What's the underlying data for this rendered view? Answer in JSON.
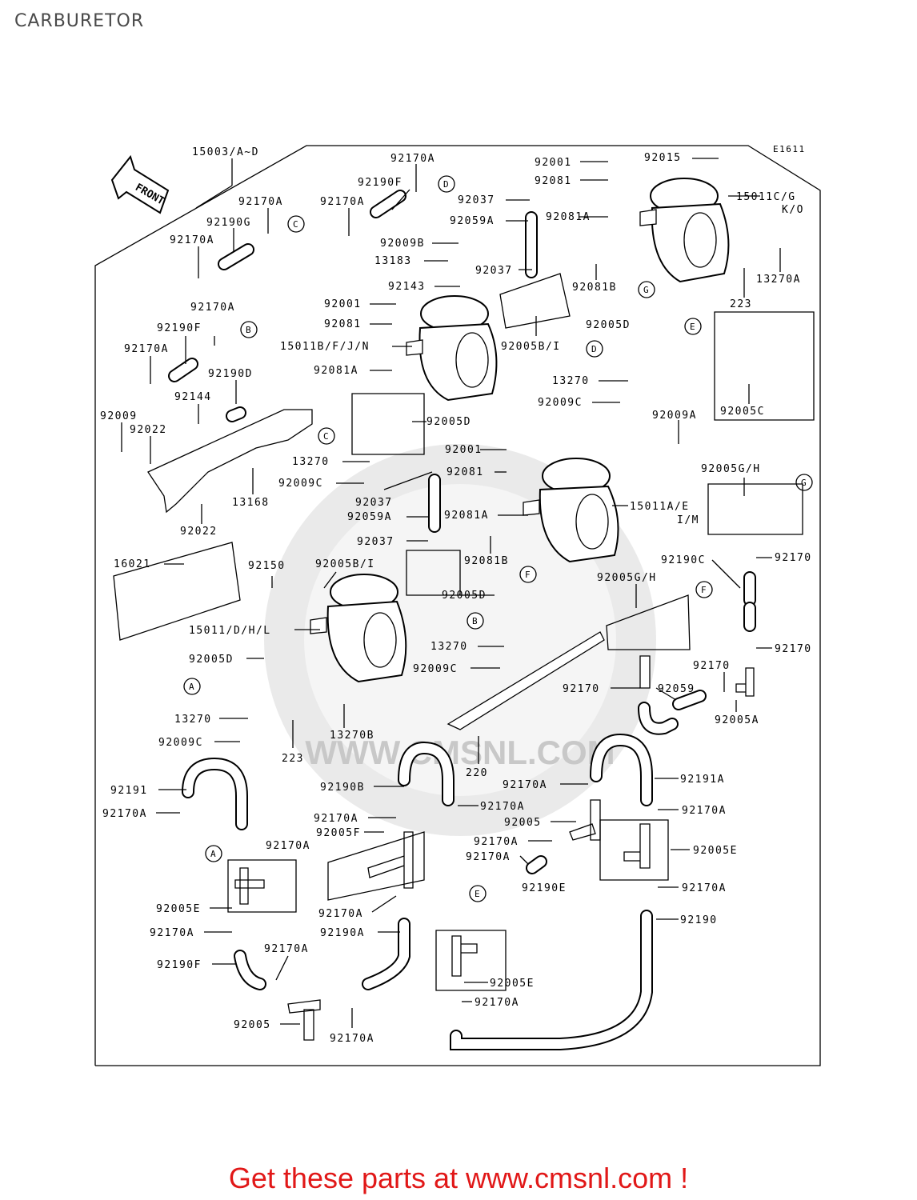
{
  "title": "CARBURETOR",
  "diagram_code": "E1611",
  "front_label": "FRONT",
  "footer": "Get these parts at www.cmsnl.com !",
  "watermark": "WWW.CMSNL.COM",
  "ref_letters": {
    "A": "A",
    "B": "B",
    "C": "C",
    "D": "D",
    "E": "E",
    "F": "F",
    "G": "G"
  },
  "labels": {
    "l_15003": "15003/A~D",
    "l_92170A_1": "92170A",
    "l_92190F_1": "92190F",
    "l_92170A_2": "92170A",
    "l_92170A_3": "92170A",
    "l_92190G": "92190G",
    "l_92170A_4": "92170A",
    "l_92001_1": "92001",
    "l_92081_1": "92081",
    "l_92015": "92015",
    "l_92037_1": "92037",
    "l_92059A_1": "92059A",
    "l_92081A_1": "92081A",
    "l_15011CG": "15011C/G",
    "l_KO": "K/O",
    "l_92009B": "92009B",
    "l_13183": "13183",
    "l_92037_2": "92037",
    "l_92081B_1": "92081B",
    "l_13270A": "13270A",
    "l_223_1": "223",
    "l_92143": "92143",
    "l_92001_2": "92001",
    "l_92081_2": "92081",
    "l_15011BFJN": "15011B/F/J/N",
    "l_92081A_2": "92081A",
    "l_92005BI_1": "92005B/I",
    "l_92005D_1": "92005D",
    "l_92170A_5": "92170A",
    "l_92190F_2": "92190F",
    "l_92170A_6": "92170A",
    "l_92190D": "92190D",
    "l_92144": "92144",
    "l_13270_1": "13270",
    "l_92009C_1": "92009C",
    "l_92005C": "92005C",
    "l_92009": "92009",
    "l_92022_1": "92022",
    "l_92005D_2": "92005D",
    "l_92009A": "92009A",
    "l_13270_2": "13270",
    "l_92009C_2": "92009C",
    "l_92001_3": "92001",
    "l_92081_3": "92081",
    "l_92005GH_1": "92005G/H",
    "l_13168": "13168",
    "l_92037_3": "92037",
    "l_92059A_2": "92059A",
    "l_92081A_3": "92081A",
    "l_15011AE": "15011A/E",
    "l_IM": "I/M",
    "l_92022_2": "92022",
    "l_92037_4": "92037",
    "l_92081B_2": "92081B",
    "l_92170_1": "92170",
    "l_16021": "16021",
    "l_92150": "92150",
    "l_92005BI_2": "92005B/I",
    "l_92190C": "92190C",
    "l_92005D_3": "92005D",
    "l_92005GH_2": "92005G/H",
    "l_15011DHL": "15011/D/H/L",
    "l_13270_3": "13270",
    "l_92170_2": "92170",
    "l_92005D_4": "92005D",
    "l_92009C_3": "92009C",
    "l_92170_3": "92170",
    "l_92170_4": "92170",
    "l_92059": "92059",
    "l_92005A": "92005A",
    "l_13270_4": "13270",
    "l_13270B": "13270B",
    "l_92009C_4": "92009C",
    "l_223_2": "223",
    "l_220": "220",
    "l_92191": "92191",
    "l_92190B": "92190B",
    "l_92170A_7": "92170A",
    "l_92191A": "92191A",
    "l_92170A_8": "92170A",
    "l_92170A_9": "92170A",
    "l_92170A_10": "92170A",
    "l_92005_1": "92005",
    "l_92170A_11": "92170A",
    "l_92005F": "92005F",
    "l_92170A_12": "92170A",
    "l_92170A_13": "92170A",
    "l_92005E_1": "92005E",
    "l_92170A_14": "92170A",
    "l_92190E": "92190E",
    "l_92005E_2": "92005E",
    "l_92170A_15": "92170A",
    "l_92170A_16": "92170A",
    "l_92190A": "92190A",
    "l_92170A_17": "92170A",
    "l_92190": "92190",
    "l_92190F_3": "92190F",
    "l_92170A_18": "92170A",
    "l_92005E_3": "92005E",
    "l_92170A_19": "92170A",
    "l_92005_2": "92005",
    "l_92170A_20": "92170A"
  }
}
